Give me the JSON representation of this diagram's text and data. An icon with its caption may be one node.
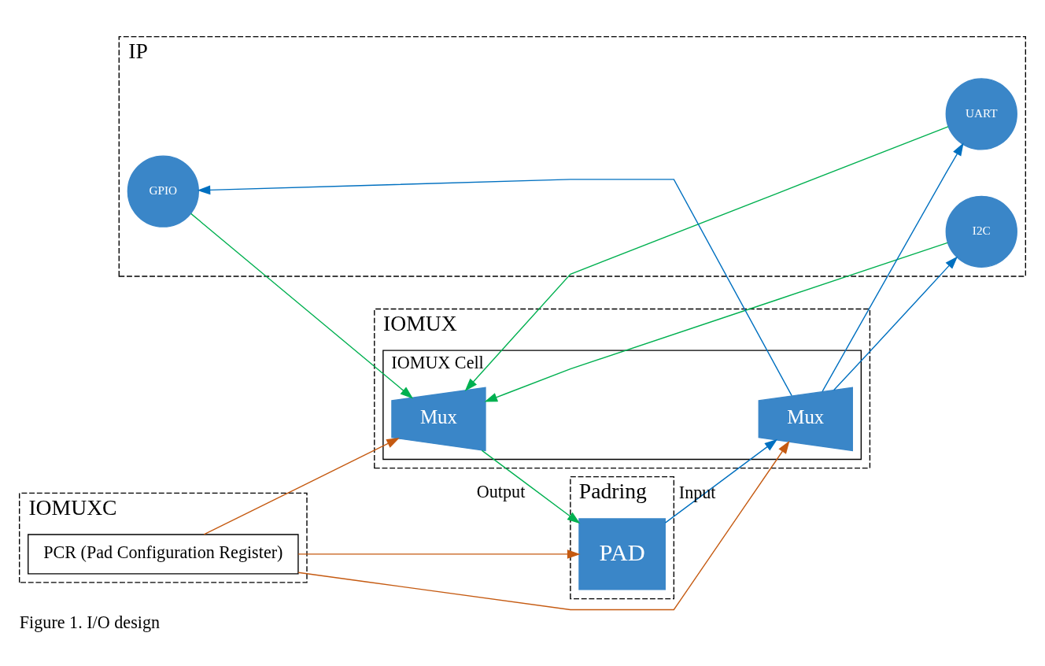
{
  "diagram": {
    "caption": "Figure 1. I/O design",
    "nodes": [
      {
        "text": [
          "IP"
        ]
      },
      {
        "text": [
          "GPIO"
        ],
        "in": 0
      },
      {
        "text": [
          "UART"
        ],
        "in": 0
      },
      {
        "text": [
          "I2C"
        ],
        "in": 0
      },
      {
        "text": [
          "IOMUX"
        ]
      },
      {
        "text": [
          "IOMUX Cell"
        ],
        "in": 4
      },
      {
        "text": [
          "Mux"
        ],
        "in": 5
      },
      {
        "text": [
          "Mux"
        ],
        "in": 5
      },
      {
        "text": [
          "Padring"
        ]
      },
      {
        "text": [
          "PAD"
        ],
        "in": 8
      },
      {
        "text": [
          "IOMUXC"
        ]
      },
      {
        "text": [
          "PCR (Pad Configuration Register)"
        ],
        "in": 10
      }
    ],
    "edges": [
      {
        "from": 6,
        "to": 3,
        "arrow": "to",
        "color": "#0070c0"
      },
      {
        "from": 6,
        "to": 2,
        "arrow": "to",
        "color": "#0070c0"
      },
      {
        "from": 6,
        "to": 1,
        "arrow": "to",
        "color": "#0070c0"
      },
      {
        "from": 9,
        "to": 6,
        "arrow": "to",
        "label": "Input",
        "color": "#0070c0"
      },
      {
        "from": 1,
        "to": 7,
        "arrow": "to",
        "color": "#00b050"
      },
      {
        "from": 2,
        "to": 7,
        "arrow": "to",
        "color": "#00b050"
      },
      {
        "from": 3,
        "to": 7,
        "arrow": "to",
        "color": "#00b050"
      },
      {
        "from": 7,
        "to": 9,
        "arrow": "to",
        "label": "Output",
        "color": "#00b050"
      },
      {
        "from": 11,
        "to": 6,
        "arrow": "to",
        "color": "#c55a11"
      },
      {
        "from": 11,
        "to": 7,
        "arrow": "to",
        "color": "#c55a11"
      },
      {
        "from": 11,
        "to": 9,
        "arrow": "to",
        "color": "#c55a11"
      }
    ]
  }
}
